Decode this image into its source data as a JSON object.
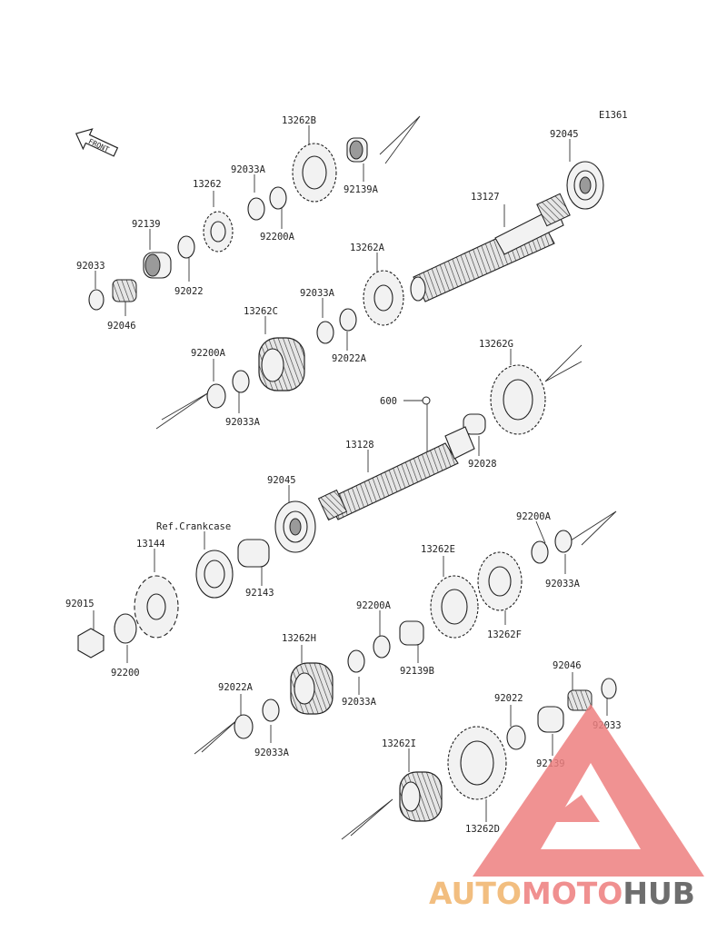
{
  "diagram": {
    "code": "E1361",
    "front_label": "FRONT",
    "ref_label": "Ref.Crankcase",
    "parts": [
      {
        "id": "p_13262B",
        "label": "13262B"
      },
      {
        "id": "p_92139A",
        "label": "92139A"
      },
      {
        "id": "p_92045_top",
        "label": "92045"
      },
      {
        "id": "p_92033A_1",
        "label": "92033A"
      },
      {
        "id": "p_13262",
        "label": "13262"
      },
      {
        "id": "p_92200A_1",
        "label": "92200A"
      },
      {
        "id": "p_13127",
        "label": "13127"
      },
      {
        "id": "p_92139_1",
        "label": "92139"
      },
      {
        "id": "p_92033_1",
        "label": "92033"
      },
      {
        "id": "p_92022_1",
        "label": "92022"
      },
      {
        "id": "p_92046_1",
        "label": "92046"
      },
      {
        "id": "p_13262A",
        "label": "13262A"
      },
      {
        "id": "p_92033A_2",
        "label": "92033A"
      },
      {
        "id": "p_13262C",
        "label": "13262C"
      },
      {
        "id": "p_92022A_1",
        "label": "92022A"
      },
      {
        "id": "p_92200A_2",
        "label": "92200A"
      },
      {
        "id": "p_92033A_3",
        "label": "92033A"
      },
      {
        "id": "p_13262G",
        "label": "13262G"
      },
      {
        "id": "p_600",
        "label": "600"
      },
      {
        "id": "p_13128",
        "label": "13128"
      },
      {
        "id": "p_92028",
        "label": "92028"
      },
      {
        "id": "p_92045_mid",
        "label": "92045"
      },
      {
        "id": "p_92200A_3",
        "label": "92200A"
      },
      {
        "id": "p_13144",
        "label": "13144"
      },
      {
        "id": "p_13262E",
        "label": "13262E"
      },
      {
        "id": "p_92033A_4",
        "label": "92033A"
      },
      {
        "id": "p_92143",
        "label": "92143"
      },
      {
        "id": "p_92015",
        "label": "92015"
      },
      {
        "id": "p_92200A_4",
        "label": "92200A"
      },
      {
        "id": "p_13262F",
        "label": "13262F"
      },
      {
        "id": "p_92200",
        "label": "92200"
      },
      {
        "id": "p_13262H",
        "label": "13262H"
      },
      {
        "id": "p_92139B",
        "label": "92139B"
      },
      {
        "id": "p_92046_2",
        "label": "92046"
      },
      {
        "id": "p_92033A_5",
        "label": "92033A"
      },
      {
        "id": "p_92022A_2",
        "label": "92022A"
      },
      {
        "id": "p_92022_2",
        "label": "92022"
      },
      {
        "id": "p_92033_2",
        "label": "92033"
      },
      {
        "id": "p_92033A_6",
        "label": "92033A"
      },
      {
        "id": "p_92139_2",
        "label": "92139"
      },
      {
        "id": "p_13262I",
        "label": "13262I"
      },
      {
        "id": "p_13262D",
        "label": "13262D"
      }
    ]
  },
  "watermark": {
    "part1": "AUTO",
    "part2": "MOTO",
    "part3": "HUB",
    "color_auto": "#f0b36a",
    "color_moto": "#ee7d7d",
    "color_hub": "#555555"
  }
}
